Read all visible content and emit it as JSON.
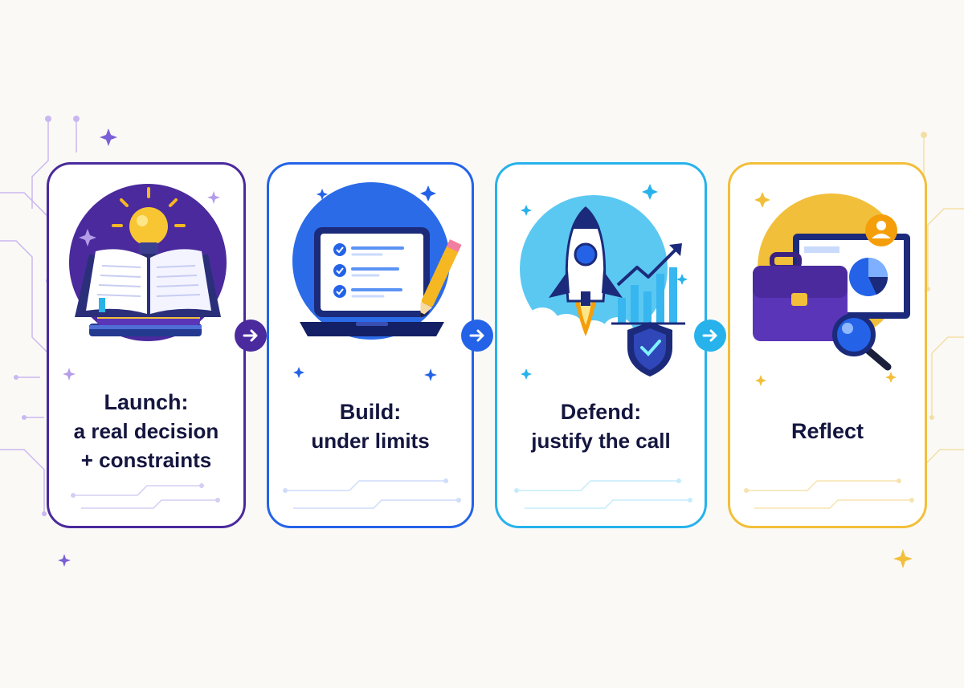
{
  "colors": {
    "background": "#fbf9f6",
    "purple": "#4a2a9c",
    "blue": "#2463e8",
    "cyan": "#27b2ec",
    "yellow": "#f2bf3a",
    "text": "#14163f"
  },
  "steps": [
    {
      "title": "Launch:",
      "line2": "a real decision",
      "line3": "+ constraints",
      "icon": "book-lightbulb-icon"
    },
    {
      "title": "Build:",
      "line2": "under limits",
      "icon": "laptop-checklist-icon"
    },
    {
      "title": "Defend:",
      "line2": "justify the call",
      "icon": "rocket-shield-icon"
    },
    {
      "title": "Reflect",
      "icon": "briefcase-magnifier-icon"
    }
  ],
  "connectors": [
    {
      "icon": "arrow-right-icon"
    },
    {
      "icon": "arrow-right-icon"
    },
    {
      "icon": "arrow-right-icon"
    }
  ]
}
